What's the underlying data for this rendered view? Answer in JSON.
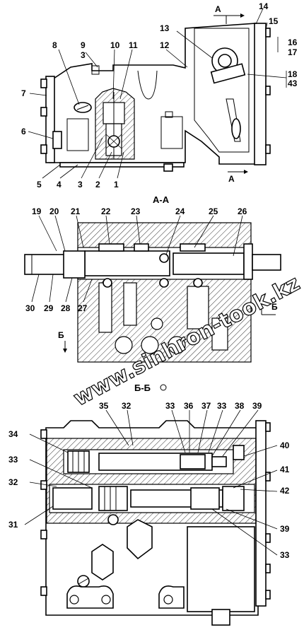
{
  "section_titles": {
    "aa": "А-А",
    "bb": "Б-Б"
  },
  "cut_marks": {
    "a_top": "А",
    "a_bottom": "А",
    "b_top": "Б",
    "b_right": "Б"
  },
  "watermark": "www.sinhron-took.kz",
  "callouts": {
    "view1": [
      "14",
      "15",
      "16",
      "17",
      "13",
      "9",
      "3",
      "10",
      "11",
      "12",
      "8",
      "18",
      "43",
      "7",
      "6",
      "5",
      "4",
      "3",
      "2",
      "1"
    ],
    "aa": [
      "19",
      "20",
      "21",
      "22",
      "23",
      "24",
      "25",
      "26",
      "30",
      "29",
      "28",
      "27"
    ],
    "bb": [
      "35",
      "32",
      "33",
      "36",
      "37",
      "33",
      "38",
      "39",
      "34",
      "40",
      "33",
      "41",
      "32",
      "42",
      "31",
      "39",
      "33"
    ]
  }
}
